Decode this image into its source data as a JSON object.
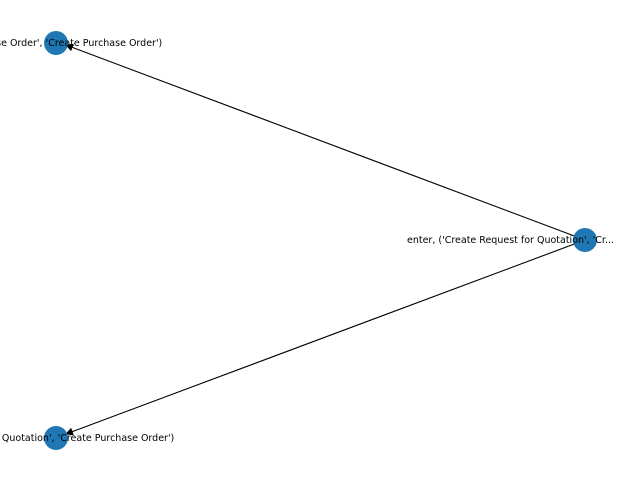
{
  "graph": {
    "node_color": "#1f77b4",
    "edge_color": "#000000",
    "nodes": [
      {
        "id": "top",
        "label": "...chase Order', 'Create Purchase Order')"
      },
      {
        "id": "right",
        "label": "enter, ('Create Request for Quotation', 'Cr..."
      },
      {
        "id": "bottom",
        "label": "...t for Quotation', 'Create Purchase Order')"
      }
    ],
    "edges": [
      {
        "from": "right",
        "to": "top"
      },
      {
        "from": "right",
        "to": "bottom"
      }
    ]
  }
}
